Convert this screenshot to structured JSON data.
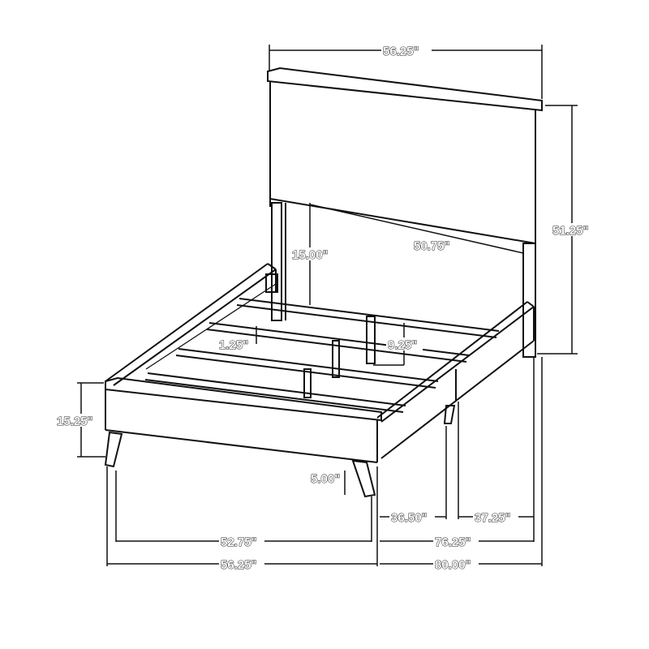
{
  "colors": {
    "line": "#111111",
    "background": "#ffffff"
  },
  "dimensions": {
    "headboard_width": "56.25\"",
    "overall_height": "51.25\"",
    "headboard_panel_height": "15.00\"",
    "inner_width": "50.75\"",
    "slat_spacing": "1.25\"",
    "rail_height": "9.25\"",
    "footboard_height": "15.25\"",
    "clearance": "5.00\"",
    "inner_side_a": "36.50\"",
    "inner_side_b": "37.25\"",
    "inner_width_bottom": "52.75\"",
    "overall_width": "56.25\"",
    "inner_length": "76.25\"",
    "overall_length": "80.00\""
  }
}
